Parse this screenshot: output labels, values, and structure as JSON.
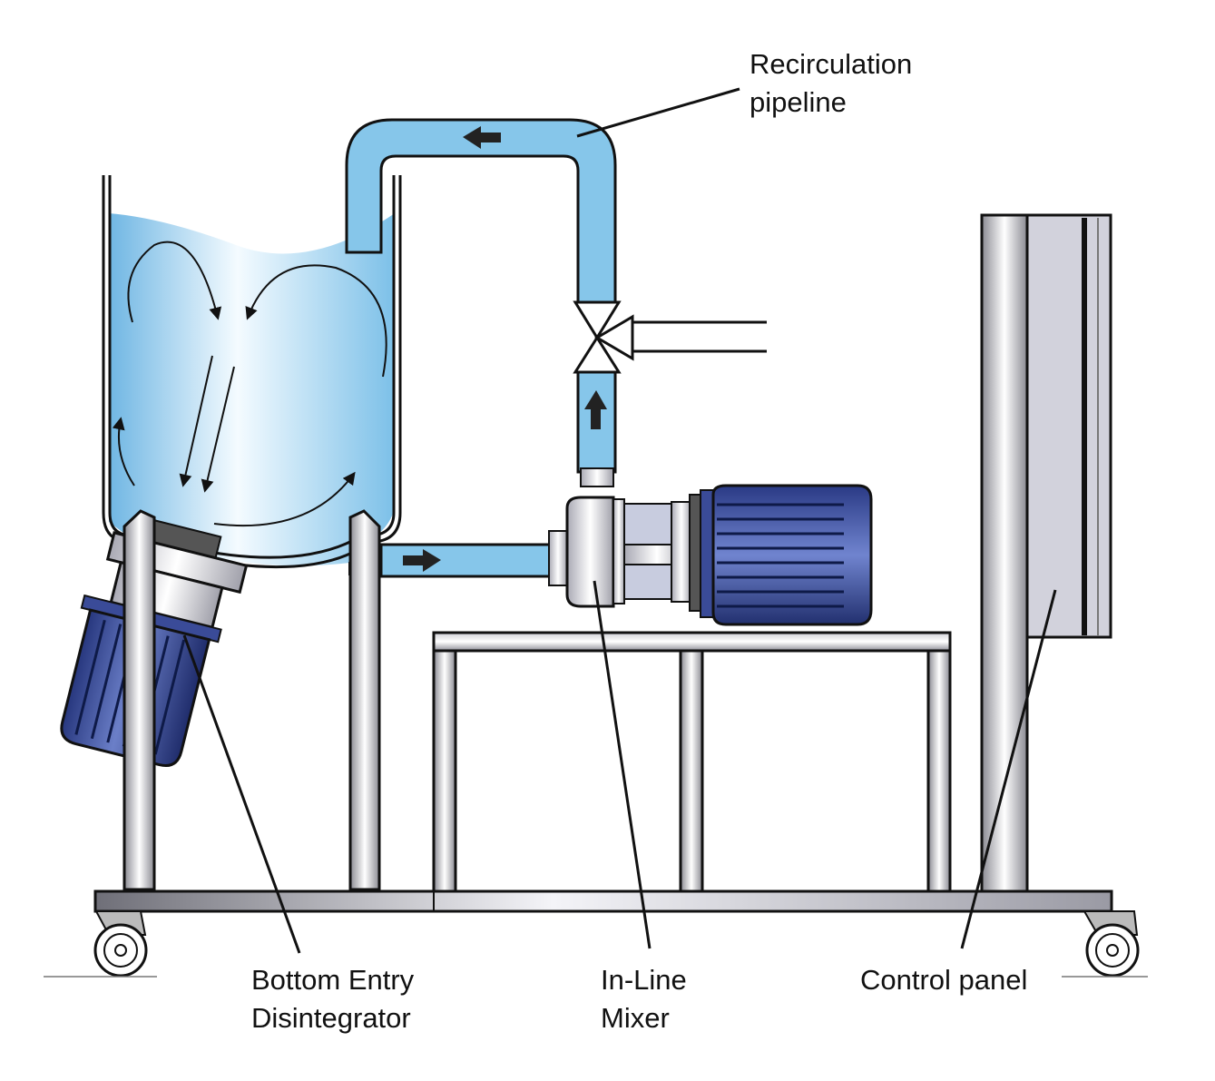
{
  "title": "Mixing system with bottom entry disintegrator and in-line mixer",
  "labels": {
    "recirculation": {
      "line1": "Recirculation",
      "line2": "pipeline"
    },
    "bottom_entry": {
      "line1": "Bottom Entry",
      "line2": "Disintegrator"
    },
    "inline_mixer": {
      "line1": "In-Line",
      "line2": "Mixer"
    },
    "control_panel": {
      "line1": "Control panel"
    }
  },
  "colors": {
    "liquid": "#86c6ea",
    "liquid_light": "#e8f4fb",
    "motor_blue": "#2b3f8f",
    "steel_dark": "#7b7b84",
    "steel_light": "#f2f2f6",
    "panel": "#cdcdd8",
    "outline": "#111111"
  },
  "icons": [
    "flow-arrow-icon",
    "valve-icon",
    "caster-wheel-icon",
    "motor-icon"
  ]
}
